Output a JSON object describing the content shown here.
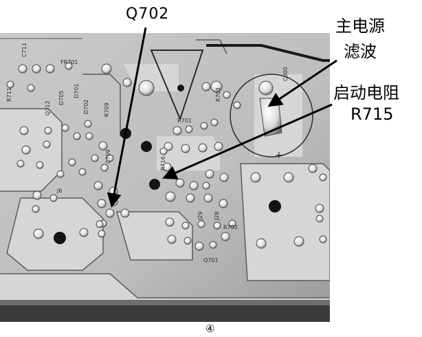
{
  "labels": {
    "q702": "Q702",
    "main_filter_line1": "主电源",
    "main_filter_line2": "滤波",
    "start_resistor_line1": "启动电阻",
    "start_resistor_line2": "R715"
  },
  "board_silkscreen": {
    "c711": "C711",
    "fr701": "FR701",
    "r711": "R711",
    "q712": "Q712",
    "d705": "D705",
    "d701": "D701",
    "d702": "D702",
    "r709": "R709",
    "r701": "R701",
    "c709": "C709",
    "r703": "R703",
    "r716": "R716",
    "r702": "R702",
    "j29": "J29",
    "j28": "J28",
    "j6": "J6",
    "q701": "Q701",
    "c800": "C800"
  },
  "figure_number": "④"
}
